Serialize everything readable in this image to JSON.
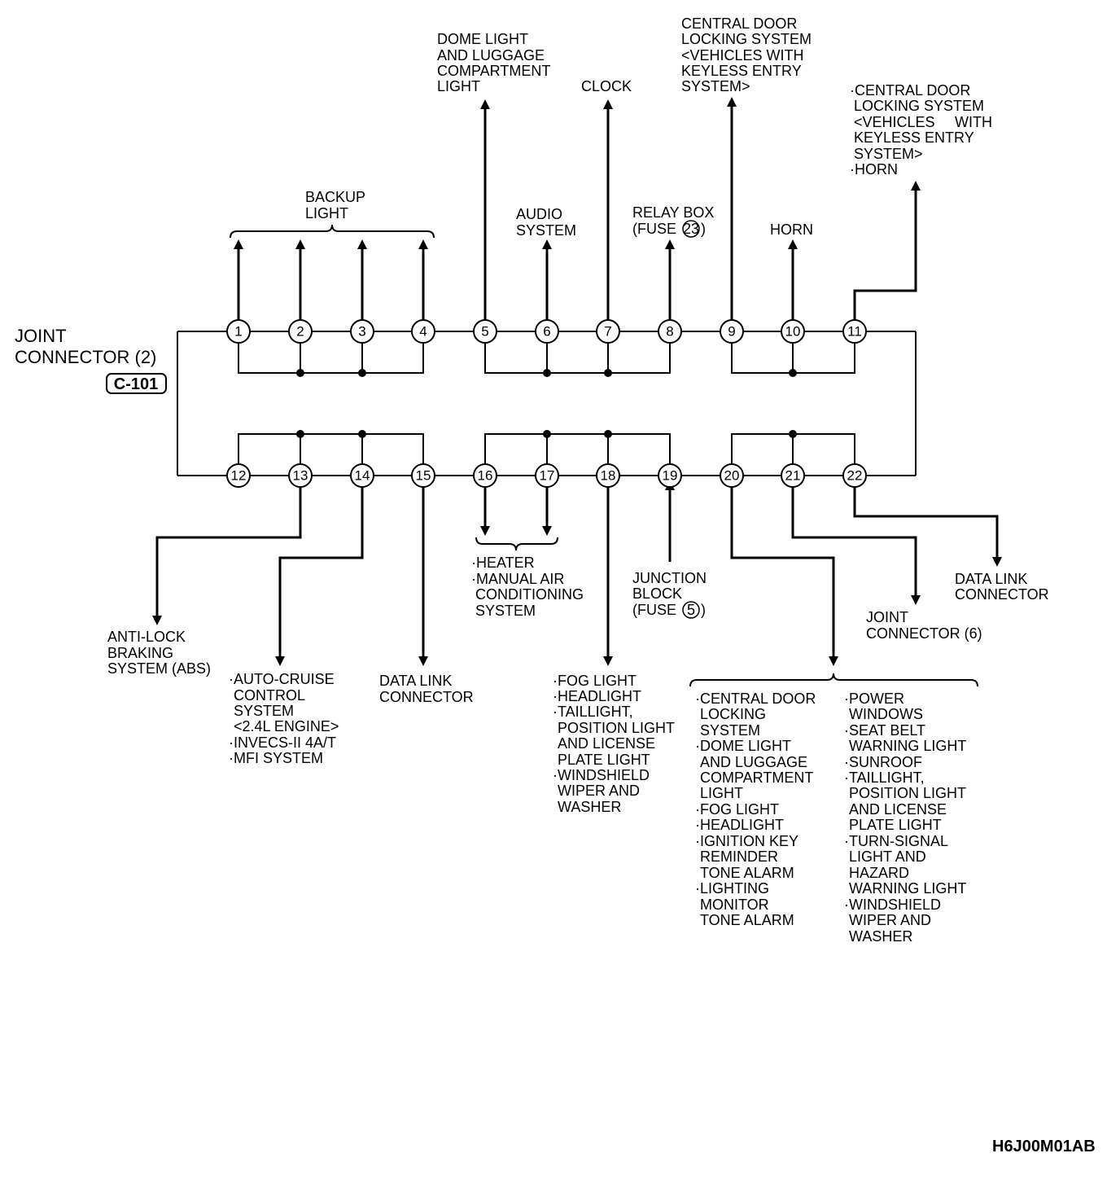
{
  "connector": {
    "title_line1": "JOINT",
    "title_line2": "CONNECTOR (2)",
    "code": "C-101"
  },
  "pins": [
    "1",
    "2",
    "3",
    "4",
    "5",
    "6",
    "7",
    "8",
    "9",
    "10",
    "11",
    "12",
    "13",
    "14",
    "15",
    "16",
    "17",
    "18",
    "19",
    "20",
    "21",
    "22"
  ],
  "labels": {
    "backup_light": [
      "BACKUP",
      "LIGHT"
    ],
    "dome_light": [
      "DOME LIGHT",
      "AND LUGGAGE",
      "COMPARTMENT",
      "LIGHT"
    ],
    "clock": [
      "CLOCK"
    ],
    "audio": [
      "AUDIO",
      "SYSTEM"
    ],
    "relay_box": [
      "RELAY BOX",
      "(FUSE",
      ")"
    ],
    "relay_fuse_num": "23",
    "central_door_9": [
      "CENTRAL DOOR",
      "LOCKING SYSTEM",
      "<VEHICLES WITH",
      "KEYLESS ENTRY",
      "SYSTEM>"
    ],
    "horn_10": [
      "HORN"
    ],
    "central_door_11": [
      "·CENTRAL DOOR",
      "LOCKING SYSTEM",
      "<VEHICLES",
      "WITH",
      "KEYLESS ENTRY",
      "SYSTEM>",
      "·HORN"
    ],
    "abs": [
      "ANTI-LOCK",
      "BRAKING",
      "SYSTEM (ABS)"
    ],
    "auto_cruise": [
      "·AUTO-CRUISE",
      "CONTROL",
      "SYSTEM",
      "<2.4L ENGINE>",
      "·INVECS-II 4A/T",
      "·MFI SYSTEM"
    ],
    "data_link_15": [
      "DATA LINK",
      "CONNECTOR"
    ],
    "heater": [
      "·HEATER",
      "·MANUAL AIR",
      "CONDITIONING",
      "SYSTEM"
    ],
    "fog_light_18": [
      "·FOG LIGHT",
      "·HEADLIGHT",
      "·TAILLIGHT,",
      "POSITION LIGHT",
      "AND LICENSE",
      "PLATE LIGHT",
      "·WINDSHIELD",
      "WIPER AND",
      "WASHER"
    ],
    "junction_block": [
      "JUNCTION",
      "BLOCK",
      "(FUSE",
      ")"
    ],
    "junction_fuse_num": "5",
    "group_20_col1": [
      "·CENTRAL DOOR",
      "LOCKING",
      "SYSTEM",
      "·DOME LIGHT",
      "AND LUGGAGE",
      "COMPARTMENT",
      "LIGHT",
      "·FOG LIGHT",
      "·HEADLIGHT",
      "·IGNITION KEY",
      "REMINDER",
      "TONE ALARM",
      "·LIGHTING",
      "MONITOR",
      "TONE ALARM"
    ],
    "group_20_col2": [
      "·POWER",
      "WINDOWS",
      "·SEAT BELT",
      "WARNING LIGHT",
      "·SUNROOF",
      "·TAILLIGHT,",
      "POSITION LIGHT",
      "AND LICENSE",
      "PLATE LIGHT",
      "·TURN-SIGNAL",
      "LIGHT AND",
      "HAZARD",
      "WARNING LIGHT",
      "·WINDSHIELD",
      "WIPER AND",
      "WASHER"
    ],
    "joint_connector_6": [
      "JOINT",
      "CONNECTOR (6)"
    ],
    "data_link_22": [
      "DATA LINK",
      "CONNECTOR"
    ]
  },
  "figure_code": "H6J00M01AB"
}
